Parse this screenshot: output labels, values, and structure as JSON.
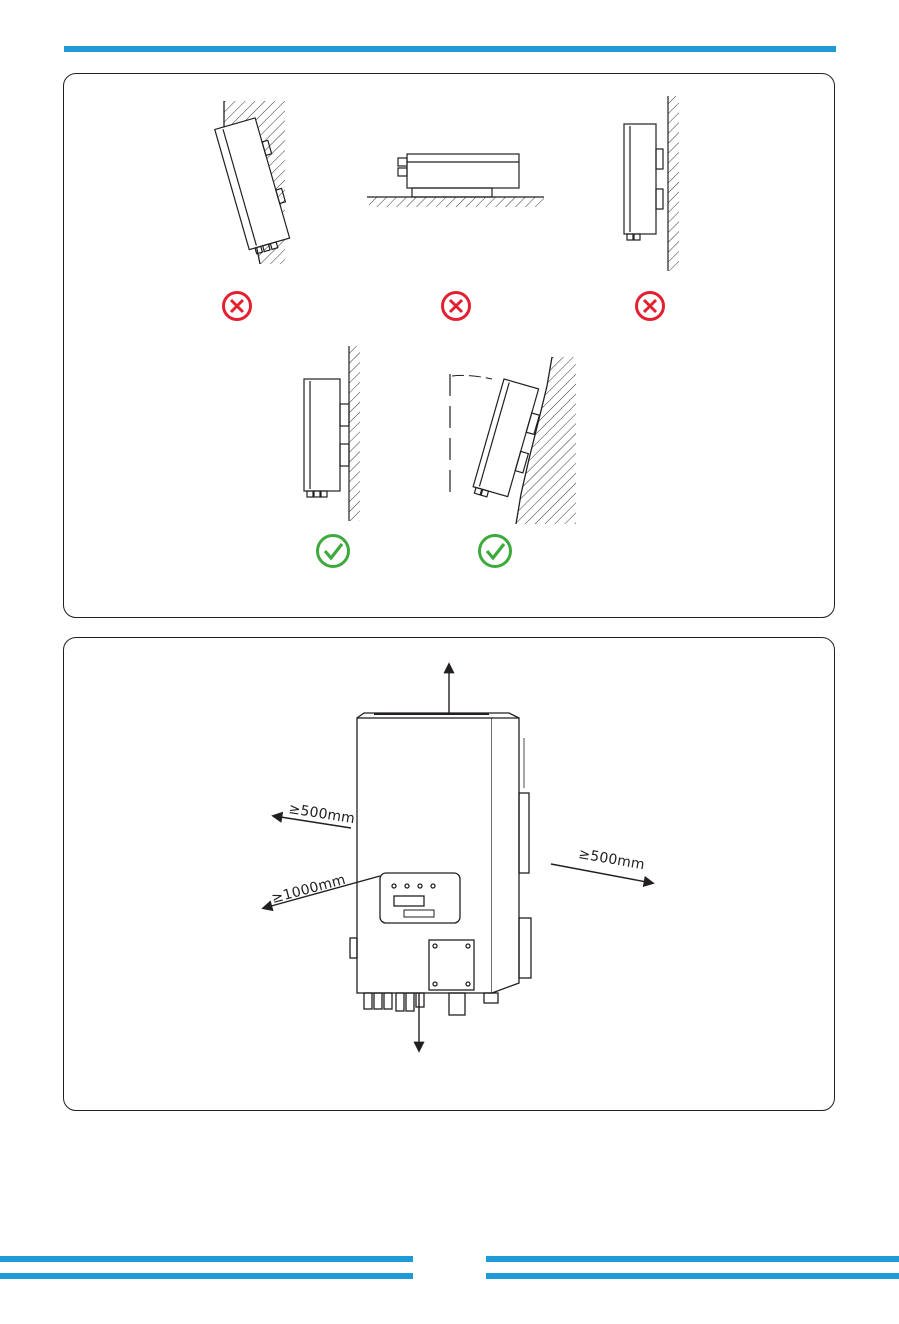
{
  "colors": {
    "accent_bar": "#1f9ad6",
    "wrong_mark": "#e3202f",
    "right_mark": "#3eaa3c",
    "line": "#231f20"
  },
  "installation_positions": [
    {
      "id": "tilted-forward",
      "verdict": "wrong",
      "icon": "cross-circle-icon"
    },
    {
      "id": "horizontal",
      "verdict": "wrong",
      "icon": "cross-circle-icon"
    },
    {
      "id": "vertical-with-gap",
      "verdict": "wrong",
      "icon": "cross-circle-icon"
    },
    {
      "id": "vertical-on-wall",
      "verdict": "correct",
      "icon": "check-circle-icon"
    },
    {
      "id": "tilted-back",
      "verdict": "correct",
      "icon": "check-circle-icon"
    }
  ],
  "clearance": {
    "left": "≥500mm",
    "front": "≥1000mm",
    "right": "≥500mm"
  }
}
